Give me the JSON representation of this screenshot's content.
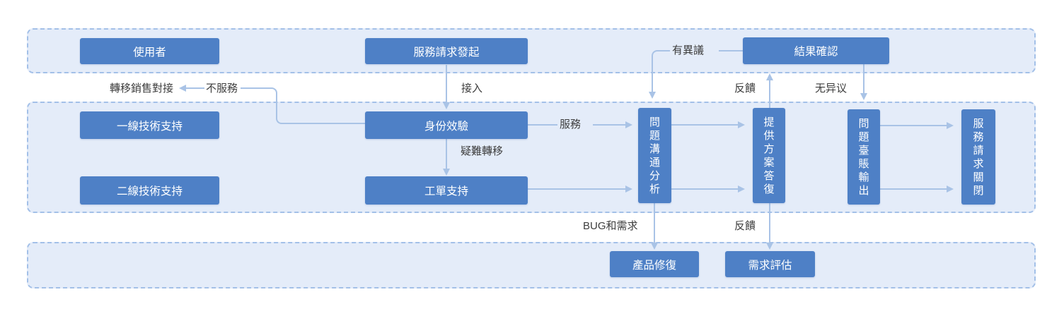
{
  "colors": {
    "node_fill": "#4e80c6",
    "node_text": "#ffffff",
    "lane_fill": "#e4ecf9",
    "lane_border": "#a3c0e8",
    "connector": "#a9c3e6",
    "label_text": "#3d3d3d"
  },
  "lanes": [
    {
      "id": "row-top"
    },
    {
      "id": "row-middle"
    },
    {
      "id": "row-bottom"
    }
  ],
  "nodes": [
    {
      "id": "user",
      "label": "使用者"
    },
    {
      "id": "service-request-start",
      "label": "服務請求發起"
    },
    {
      "id": "result-confirm",
      "label": "結果確認"
    },
    {
      "id": "first-line-support",
      "label": "一線技術支持"
    },
    {
      "id": "identity-check",
      "label": "身份效驗"
    },
    {
      "id": "second-line-support",
      "label": "二線技術支持"
    },
    {
      "id": "ticket-support",
      "label": "工單支持"
    },
    {
      "id": "problem-communication-analysis",
      "label": "問題溝通分析"
    },
    {
      "id": "provide-solution-reply",
      "label": "提供方案答復"
    },
    {
      "id": "problem-ledger-output",
      "label": "問題臺賬輸出"
    },
    {
      "id": "service-request-close",
      "label": "服務請求關閉"
    },
    {
      "id": "product-fix",
      "label": "產品修復"
    },
    {
      "id": "demand-evaluation",
      "label": "需求評估"
    }
  ],
  "edge_labels": [
    {
      "id": "transfer-sales",
      "text": "轉移銷售對接"
    },
    {
      "id": "no-service",
      "text": "不服務"
    },
    {
      "id": "access",
      "text": "接入"
    },
    {
      "id": "objection",
      "text": "有異議"
    },
    {
      "id": "feedback-top",
      "text": "反饋"
    },
    {
      "id": "no-objection",
      "text": "无异议"
    },
    {
      "id": "service",
      "text": "服務"
    },
    {
      "id": "difficult-transfer",
      "text": "疑難轉移"
    },
    {
      "id": "bug-and-demand",
      "text": "BUG和需求"
    },
    {
      "id": "feedback-bottom",
      "text": "反饋"
    }
  ]
}
